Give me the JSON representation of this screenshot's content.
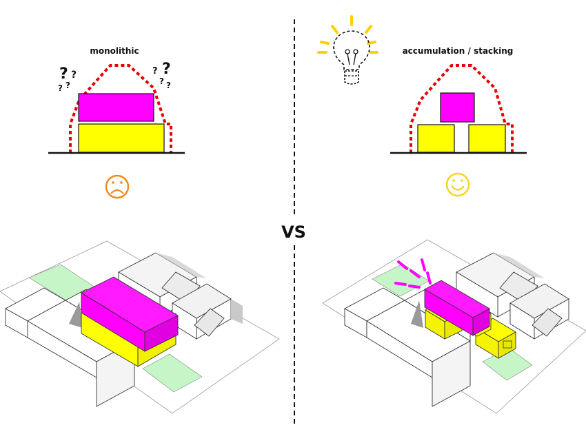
{
  "left_panel": {
    "label": "monolithic"
  },
  "right_panel": {
    "label": "accumulation / stacking"
  },
  "divider_label": "VS",
  "icons": {
    "left_face": "sad-face",
    "right_face": "smiley-face",
    "bulb": "light-bulb",
    "questions": "question-marks"
  },
  "colors": {
    "magenta": "#ff00ff",
    "yellow": "#ffff00",
    "dashed_outline": "#e60000",
    "sad_face": "#f08a1c",
    "happy_face": "#f7d51d",
    "green_space": "#c6f5c8",
    "bulb_rays": "#ffd000"
  }
}
